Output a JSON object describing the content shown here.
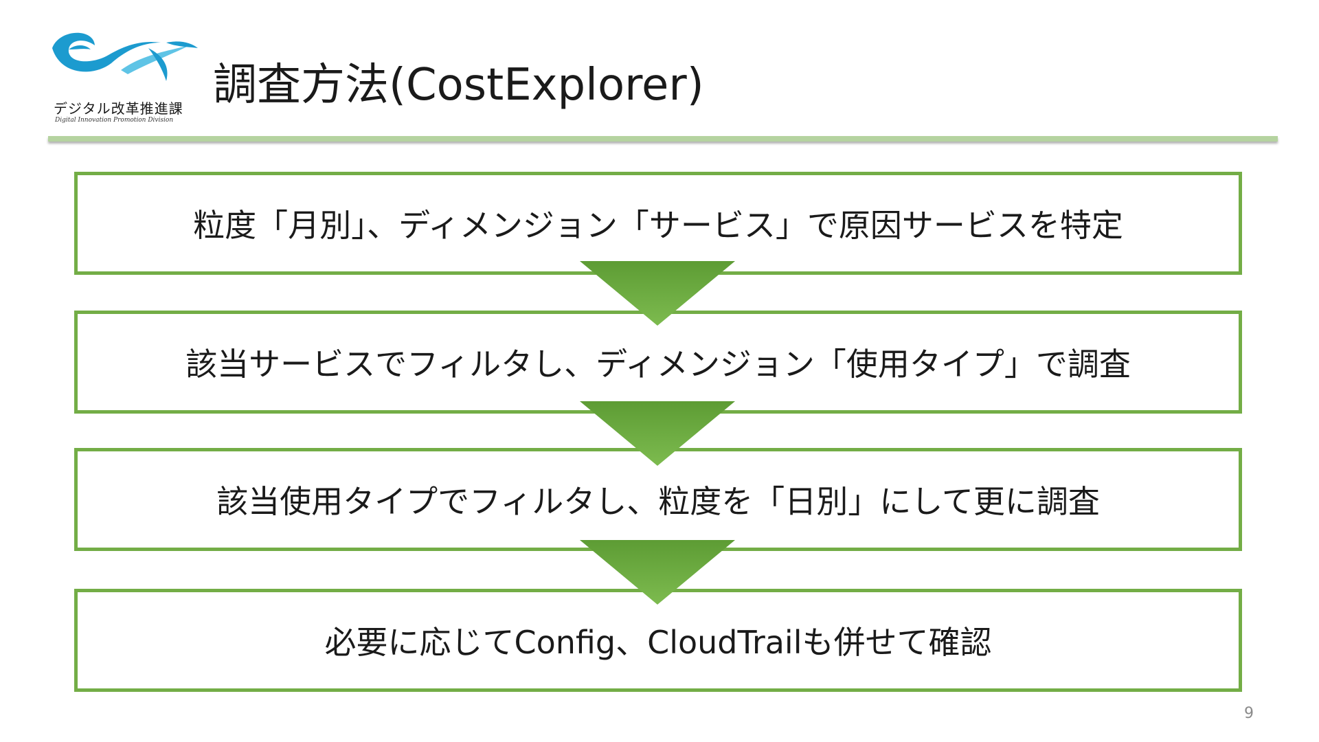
{
  "logo": {
    "name_jp": "デジタル改革推進課",
    "name_en": "Digital Innovation Promotion Division",
    "colors": {
      "blue": "#1c9bcf",
      "light_blue": "#5fc4e6"
    }
  },
  "slide": {
    "title": "調査方法(CostExplorer)",
    "steps": [
      {
        "text": "粒度「月別」、ディメンジョン「サービス」で原因サービスを特定"
      },
      {
        "text": "該当サービスでフィルタし、ディメンジョン「使用タイプ」で調査"
      },
      {
        "text": "該当使用タイプでフィルタし、粒度を「日別」にして更に調査"
      },
      {
        "text": "必要に応じてConfig、CloudTrailも併せて確認"
      }
    ],
    "page_number": "9"
  },
  "colors": {
    "box_border": "#73ad46",
    "arrow": "#6aaa3e",
    "rule": "#b5d3a0"
  }
}
